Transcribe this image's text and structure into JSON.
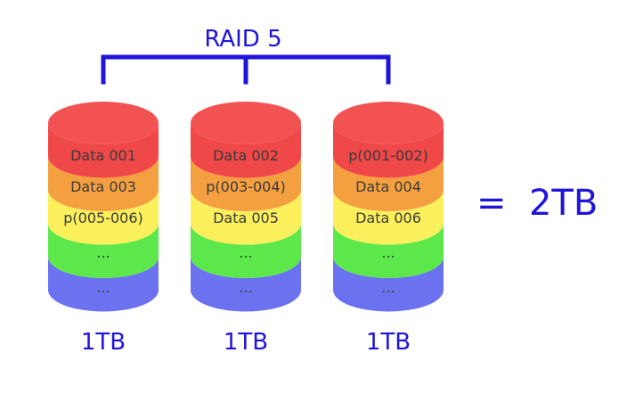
{
  "title": "RAID 5",
  "disks": [
    {
      "capacity": "1TB",
      "segments": [
        {
          "label": "Data 001",
          "color": "#f04848"
        },
        {
          "label": "Data 003",
          "color": "#f4a040"
        },
        {
          "label": "p(005-006)",
          "color": "#fbf05c"
        },
        {
          "label": "...",
          "color": "#5ce84a"
        },
        {
          "label": "...",
          "color": "#6a72f0"
        }
      ]
    },
    {
      "capacity": "1TB",
      "segments": [
        {
          "label": "Data 002",
          "color": "#f04848"
        },
        {
          "label": "p(003-004)",
          "color": "#f4a040"
        },
        {
          "label": "Data 005",
          "color": "#fbf05c"
        },
        {
          "label": "...",
          "color": "#5ce84a"
        },
        {
          "label": "...",
          "color": "#6a72f0"
        }
      ]
    },
    {
      "capacity": "1TB",
      "segments": [
        {
          "label": "p(001-002)",
          "color": "#f04848"
        },
        {
          "label": "Data 004",
          "color": "#f4a040"
        },
        {
          "label": "Data 006",
          "color": "#fbf05c"
        },
        {
          "label": "...",
          "color": "#5ce84a"
        },
        {
          "label": "...",
          "color": "#6a72f0"
        }
      ]
    }
  ],
  "result": "=  2TB",
  "colors": {
    "accent": "#1f14d8",
    "top_cap": "#f25252",
    "segment_text": "#3a3a3a"
  }
}
